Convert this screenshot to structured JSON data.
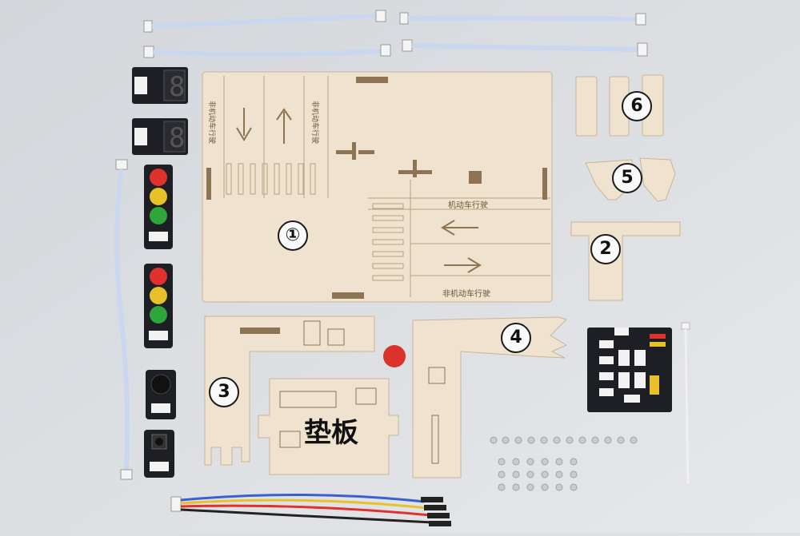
{
  "labels": {
    "part1": "①",
    "part2": "2",
    "part3": "3",
    "part4": "4",
    "part5": "5",
    "part6": "6",
    "pad": "垫板"
  },
  "board_text": {
    "top_left": "非机动车行驶",
    "top_mid": "非机动车行驶",
    "right_top": "机动车行驶",
    "right_bottom": "非机动车行驶"
  },
  "colors": {
    "background": "#dcdfe3",
    "wood": "#efe3cf",
    "wood_edge": "#c9b496",
    "pcb": "#1e1f24",
    "led_red": "#e0312d",
    "led_yellow": "#e8c12a",
    "led_green": "#2fa63a",
    "button_red": "#d9332b"
  }
}
